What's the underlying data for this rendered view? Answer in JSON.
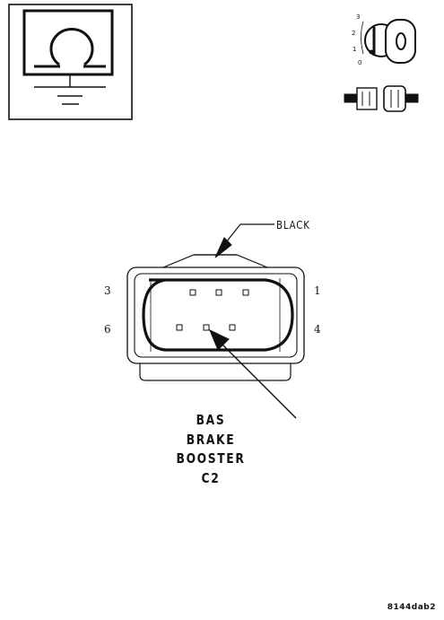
{
  "connector": {
    "color": "BLACK",
    "name_lines": [
      "BAS",
      "BRAKE",
      "BOOSTER",
      "C2"
    ],
    "pins": {
      "top_left": "3",
      "top_right": "1",
      "bottom_left": "6",
      "bottom_right": "4"
    }
  },
  "ignition_key": {
    "positions": [
      "3",
      "2",
      "1",
      "0"
    ]
  },
  "figure_id": "8144dab2",
  "icons": {
    "ground": "ground-symbol-icon",
    "ignition": "ignition-key-switch-icon",
    "fuse": "connector-plug-icon"
  }
}
